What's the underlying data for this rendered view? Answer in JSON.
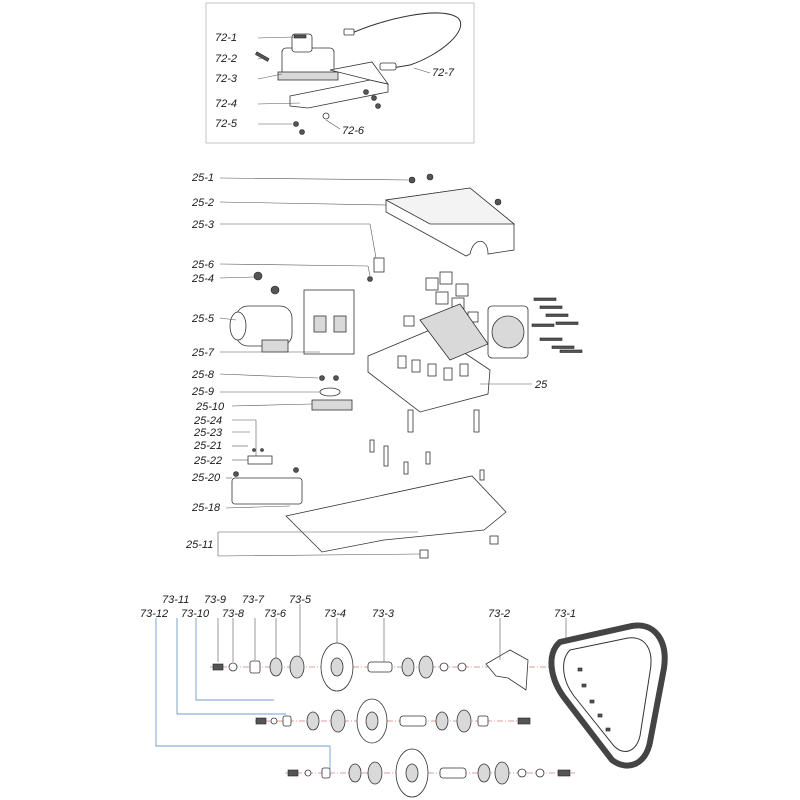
{
  "labels": {
    "p72_1": "72-1",
    "p72_2": "72-2",
    "p72_3": "72-3",
    "p72_4": "72-4",
    "p72_5": "72-5",
    "p72_6": "72-6",
    "p72_7": "72-7",
    "p25_1": "25-1",
    "p25_2": "25-2",
    "p25_3": "25-3",
    "p25_6": "25-6",
    "p25_4": "25-4",
    "p25_5": "25-5",
    "p25_7": "25-7",
    "p25": "25",
    "p25_8": "25-8",
    "p25_9": "25-9",
    "p25_10": "25-10",
    "p25_24": "25-24",
    "p25_23": "25-23",
    "p25_21": "25-21",
    "p25_22": "25-22",
    "p25_20": "25-20",
    "p25_18": "25-18",
    "p25_11": "25-11",
    "p73_11": "73-11",
    "p73_9": "73-9",
    "p73_7": "73-7",
    "p73_5": "73-5",
    "p73_12": "73-12",
    "p73_10": "73-10",
    "p73_8": "73-8",
    "p73_6": "73-6",
    "p73_4": "73-4",
    "p73_3": "73-3",
    "p73_2": "73-2",
    "p73_1": "73-1"
  },
  "colors": {
    "axis_line": "#c83c3c",
    "leader_line": "#4a7fb5",
    "outline": "#333333"
  }
}
